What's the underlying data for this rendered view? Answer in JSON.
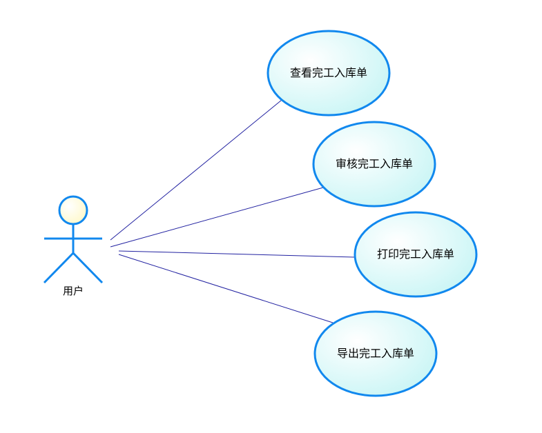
{
  "actor": {
    "label": "用户"
  },
  "use_cases": [
    {
      "label": "查看完工入库单"
    },
    {
      "label": "审核完工入库单"
    },
    {
      "label": "打印完工入库单"
    },
    {
      "label": "导出完工入库单"
    }
  ],
  "colors": {
    "outline": "#1188EE",
    "usecase_fill_inner": "#FFFFFF",
    "usecase_fill_outer": "#C8F5F5",
    "actor_head_inner": "#FFFFFF",
    "actor_head_outer": "#FFF8C8",
    "association_line": "#2020A0"
  }
}
